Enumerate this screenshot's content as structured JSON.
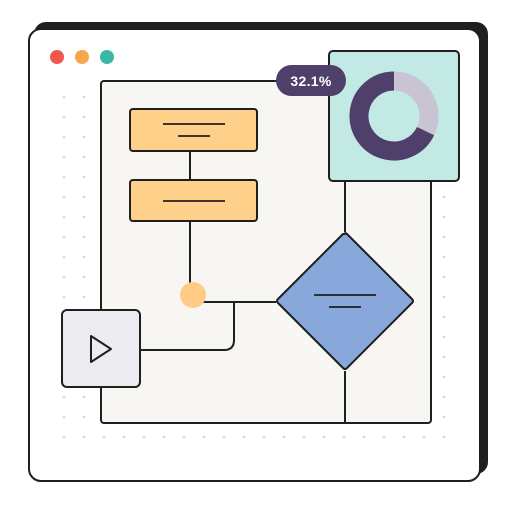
{
  "colors": {
    "window_bg": "#ffffff",
    "window_shadow": "#1f1f1f",
    "outline": "#1f1f1f",
    "canvas_bg": "#f8f6f2",
    "dot_grid": "#d9d6d0",
    "traffic_red": "#f0574f",
    "traffic_yellow": "#f5a74a",
    "traffic_green": "#3bb7a4",
    "process_box": "#ffd08a",
    "decision_diamond": "#88a8dc",
    "junction_dot": "#ffcb85",
    "play_card": "#ecebef",
    "chart_card": "#c2e9e4",
    "donut_primary": "#4f3f6b",
    "donut_secondary": "#c9c3d3",
    "badge_bg": "#4f3f6b"
  },
  "window": {
    "controls": [
      "close",
      "minimize",
      "maximize"
    ]
  },
  "badge": {
    "text": "32.1%"
  },
  "donut": {
    "highlight_fraction": 0.321
  },
  "icons": {
    "play": "play-icon"
  }
}
